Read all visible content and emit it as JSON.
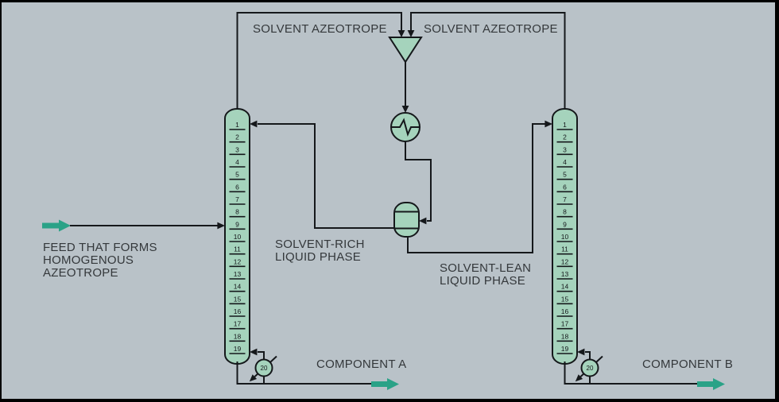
{
  "colors": {
    "background": "#b9c2c8",
    "vessel_fill": "#a5d3bc",
    "line": "#15181b",
    "stream_accent": "#2aa287",
    "text": "#34383b",
    "border": "#000000"
  },
  "labels": {
    "solvent_azeotrope_left": "SOLVENT AZEOTROPE",
    "solvent_azeotrope_right": "SOLVENT AZEOTROPE",
    "feed_line1": "FEED THAT FORMS",
    "feed_line2": "HOMOGENOUS",
    "feed_line3": "AZEOTROPE",
    "solvent_rich_line1": "SOLVENT-RICH",
    "solvent_rich_line2": "LIQUID PHASE",
    "solvent_lean_line1": "SOLVENT-LEAN",
    "solvent_lean_line2": "LIQUID PHASE",
    "component_a": "COMPONENT A",
    "component_b": "COMPONENT B"
  },
  "columns": {
    "tray_numbers": [
      "1",
      "2",
      "3",
      "4",
      "5",
      "6",
      "7",
      "8",
      "9",
      "10",
      "11",
      "12",
      "13",
      "14",
      "15",
      "16",
      "17",
      "18",
      "19"
    ],
    "reboiler_stage": "20"
  }
}
